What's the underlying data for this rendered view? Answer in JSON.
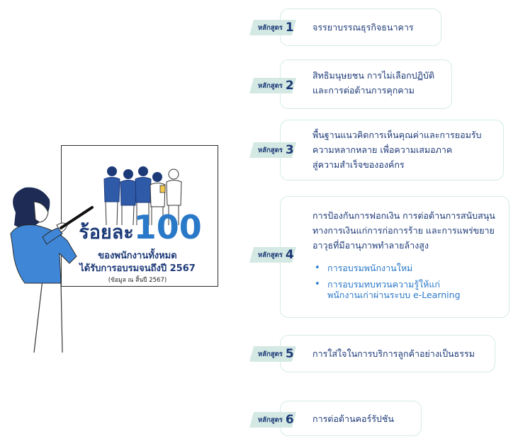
{
  "poster": {
    "big_prefix": "ร้อยละ",
    "big_number": "100",
    "line1": "ของพนักงานทั้งหมด",
    "line2": "ได้รับการอบรมจนถึงปี 2567",
    "note": "(ข้อมูล ณ สิ้นปี 2567)"
  },
  "courses": [
    {
      "label": "หลักสูตร",
      "number": "1",
      "lines": [
        "จรรยาบรรณธุรกิจธนาคาร"
      ]
    },
    {
      "label": "หลักสูตร",
      "number": "2",
      "lines": [
        "สิทธิมนุษยชน การไม่เลือกปฏิบัติ",
        "และการต่อต้านการคุกคาม"
      ]
    },
    {
      "label": "หลักสูตร",
      "number": "3",
      "lines": [
        "พื้นฐานแนวคิดการเห็นคุณค่าและการยอมรับ",
        "ความหลากหลาย เพื่อความเสมอภาค",
        "สู่ความสำเร็จขององค์กร"
      ]
    },
    {
      "label": "หลักสูตร",
      "number": "4",
      "lines": [
        "การป้องกันการฟอกเงิน การต่อต้านการสนับสนุน",
        "ทางการเงินแก่การก่อการร้าย และการแพร่ขยาย",
        "อาวุธที่มีอานุภาพทำลายล้างสูง"
      ],
      "bullets": [
        "การอบรมพนักงานใหม่",
        "การอบรมทบทวนความรู้ให้แก่",
        "พนักงานเก่าผ่านระบบ e-Learning"
      ]
    },
    {
      "label": "หลักสูตร",
      "number": "5",
      "lines": [
        "การใส่ใจในการบริการลูกค้าอย่างเป็นธรรม"
      ]
    },
    {
      "label": "หลักสูตร",
      "number": "6",
      "lines": [
        "การต่อต้านคอร์รัปชัน"
      ]
    }
  ],
  "colors": {
    "navy": "#1d3a78",
    "accent_blue": "#2a78c8",
    "tag_bg": "#d4e9e3",
    "card_border": "#d5ece6"
  }
}
